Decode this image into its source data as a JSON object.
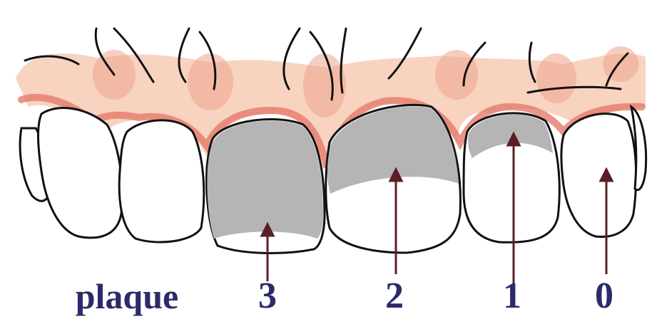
{
  "labels": {
    "plaque": "plaque",
    "score_3": "3",
    "score_2": "2",
    "score_1": "1",
    "score_0": "0"
  },
  "colors": {
    "outline": "#111111",
    "plaque_gray": "#b5b5b5",
    "gum_red": "#e57b6a",
    "gum_pink": "#f7c9b0",
    "label_navy": "#2b2b6b",
    "arrow": "#5a1f24"
  }
}
